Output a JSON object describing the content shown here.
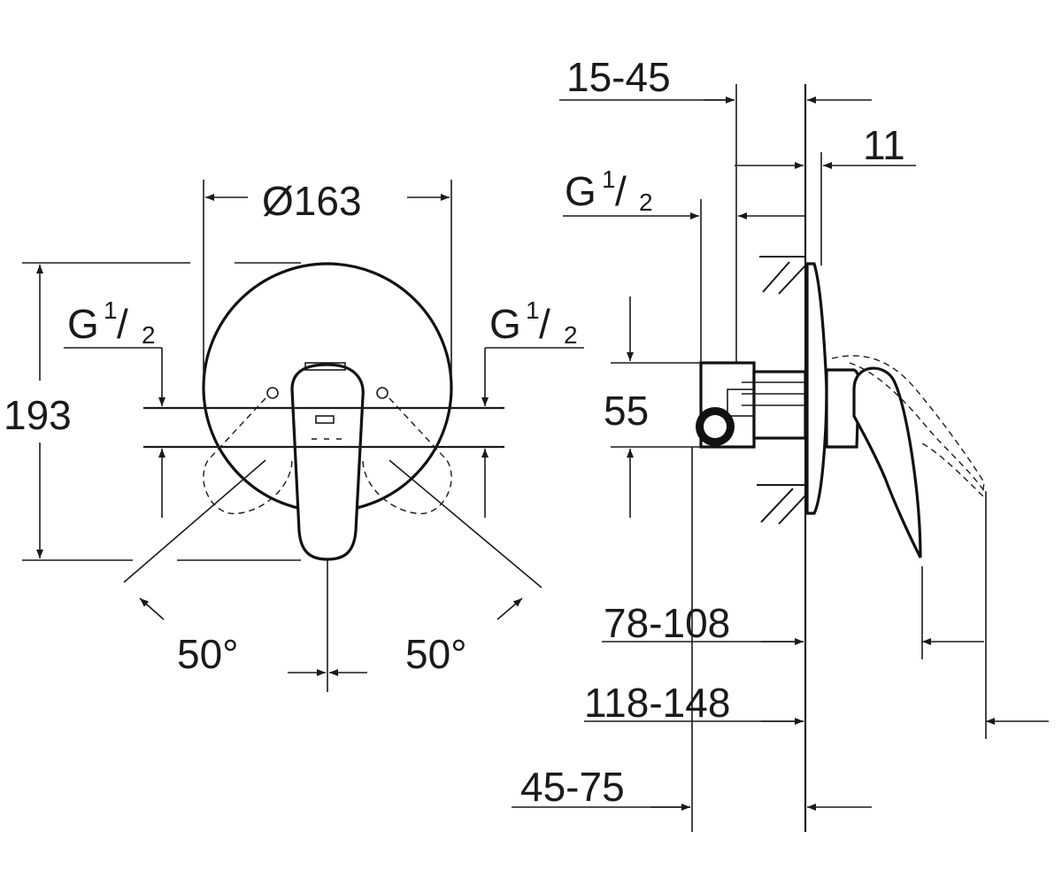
{
  "front_view": {
    "diameter": "Ø163",
    "height": "193",
    "inlet_left": {
      "g": "G",
      "num": "1",
      "slash": "/",
      "den": "2"
    },
    "inlet_right": {
      "g": "G",
      "num": "1",
      "slash": "/",
      "den": "2"
    },
    "angle_left": "50°",
    "angle_right": "50°"
  },
  "side_view": {
    "wall_range": "15-45",
    "plate_thickness": "11",
    "inlet": {
      "g": "G",
      "num": "1",
      "slash": "/",
      "den": "2"
    },
    "inlet_spacing": "55",
    "depth_min": "78-108",
    "depth_max": "118-148",
    "install_depth": "45-75"
  }
}
